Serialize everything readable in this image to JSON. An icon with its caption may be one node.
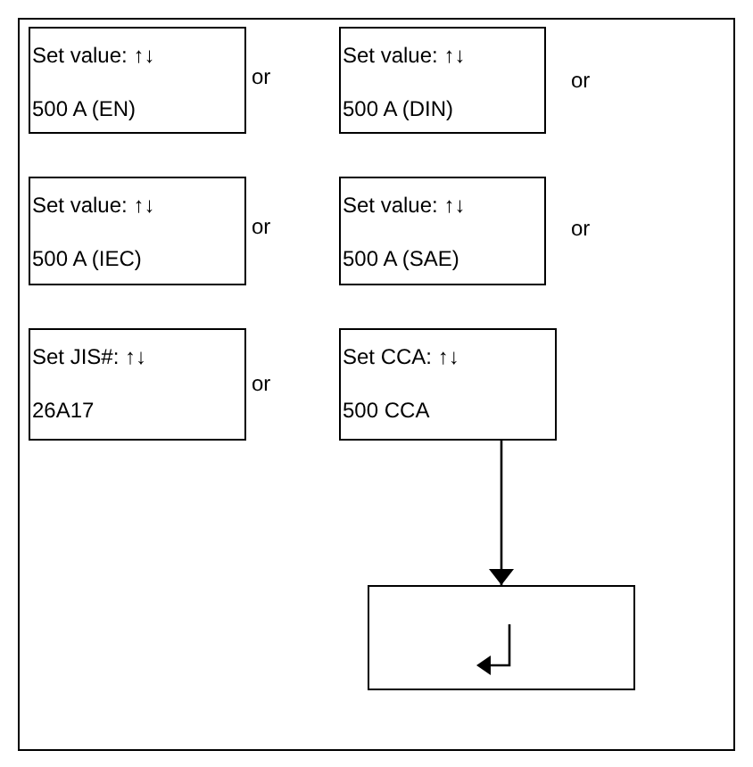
{
  "diagram": {
    "nodes": [
      {
        "text": [
          "Set value: ↑↓",
          "500 A (EN)"
        ]
      },
      {
        "text": [
          "Set value: ↑↓",
          "500 A (DIN)"
        ]
      },
      {
        "text": [
          "Set value: ↑↓",
          "500 A (IEC)"
        ]
      },
      {
        "text": [
          "Set value: ↑↓",
          "500 A (SAE)"
        ]
      },
      {
        "text": [
          "Set JIS#: ↑↓",
          "26A17"
        ]
      },
      {
        "text": [
          "Set CCA: ↑↓",
          "500 CCA"
        ]
      },
      {
        "text": [],
        "shape": "box"
      }
    ],
    "edges": [
      {
        "from": 5,
        "to": 6,
        "arrow": "to"
      }
    ],
    "labels": [
      "or",
      "or",
      "or",
      "or",
      "or"
    ]
  }
}
